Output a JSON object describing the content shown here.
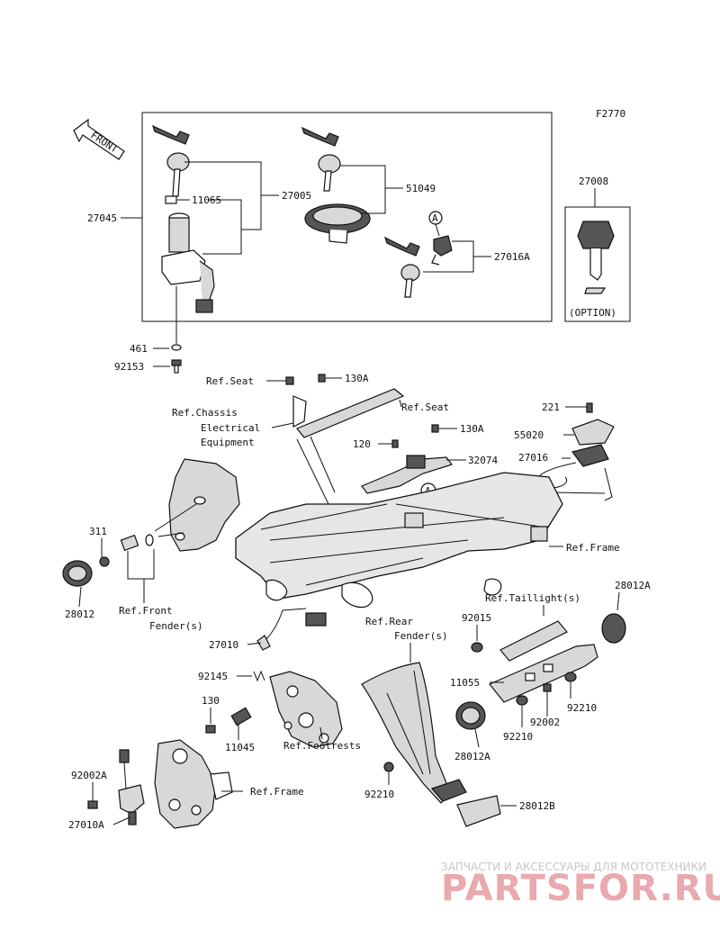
{
  "diagram_code": "F2770",
  "front_arrow": "FRONT",
  "option_label": "(OPTION)",
  "callouts": {
    "p27045": "27045",
    "p11065": "11065",
    "p27005": "27005",
    "p51049": "51049",
    "p27016A": "27016A",
    "p27008": "27008",
    "p461": "461",
    "p92153": "92153",
    "circle_a1": "A",
    "circle_a2": "A",
    "ref_seat_1": "Ref.Seat",
    "p130A_1": "130A",
    "ref_seat_2": "Ref.Seat",
    "ref_chassis_1": "Ref.Chassis",
    "ref_chassis_2": "Electrical",
    "ref_chassis_3": "Equipment",
    "p120": "120",
    "p130A_2": "130A",
    "p32074": "32074",
    "p221": "221",
    "p55020": "55020",
    "p27016": "27016",
    "ref_frame_1": "Ref.Frame",
    "p311": "311",
    "p28012": "28012",
    "ref_front_fender_1": "Ref.Front",
    "ref_front_fender_2": "Fender(s)",
    "p27010": "27010",
    "p92145": "92145",
    "p130": "130",
    "p11045": "11045",
    "ref_footrests": "Ref.Footrests",
    "ref_rear_fender_1": "Ref.Rear",
    "ref_rear_fender_2": "Fender(s)",
    "ref_taillight": "Ref.Taillight(s)",
    "p28012A_1": "28012A",
    "p92015": "92015",
    "p11055": "11055",
    "p92210_1": "92210",
    "p92002": "92002",
    "p92210_2": "92210",
    "p28012A_2": "28012A",
    "p92210_3": "92210",
    "p28012B": "28012B",
    "p92002A": "92002A",
    "ref_frame_2": "Ref.Frame",
    "p27010A": "27010A"
  },
  "watermark": {
    "tagline": "ЗАПЧАСТИ И АКСЕССУАРЫ ДЛЯ МОТОТЕХНИКИ",
    "logo": "PARTSFOR.RU"
  }
}
